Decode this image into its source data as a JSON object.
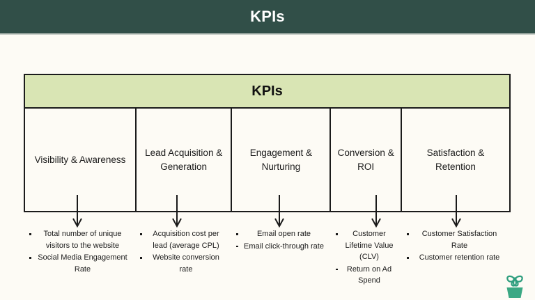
{
  "banner": {
    "title": "KPIs",
    "background": "#314F48",
    "text_color": "#FFFFFF"
  },
  "page": {
    "background": "#FDFBF5"
  },
  "diagram": {
    "header": {
      "title": "KPIs",
      "background": "#D9E5B4",
      "text_color": "#111111"
    },
    "border_color": "#1B1B1B",
    "columns": [
      {
        "label": "Visibility & Awareness",
        "bullets": [
          "Total number of unique visitors to the website",
          "Social Media Engagement Rate"
        ]
      },
      {
        "label": "Lead Acquisition & Generation",
        "bullets": [
          "Acquisition cost per lead (average CPL)",
          "Website conversion rate"
        ]
      },
      {
        "label": "Engagement & Nurturing",
        "bullets": [
          "Email open rate",
          "Email click-through rate"
        ]
      },
      {
        "label": "Conversion & ROI",
        "bullets": [
          "Customer Lifetime Value (CLV)",
          "Return on Ad Spend"
        ]
      },
      {
        "label": "Satisfaction & Retention",
        "bullets": [
          "Customer Satisfaction Rate",
          "Customer retention rate"
        ]
      }
    ]
  },
  "logo": {
    "name": "plant-in-pot-logo",
    "color": "#2E9E7E"
  }
}
